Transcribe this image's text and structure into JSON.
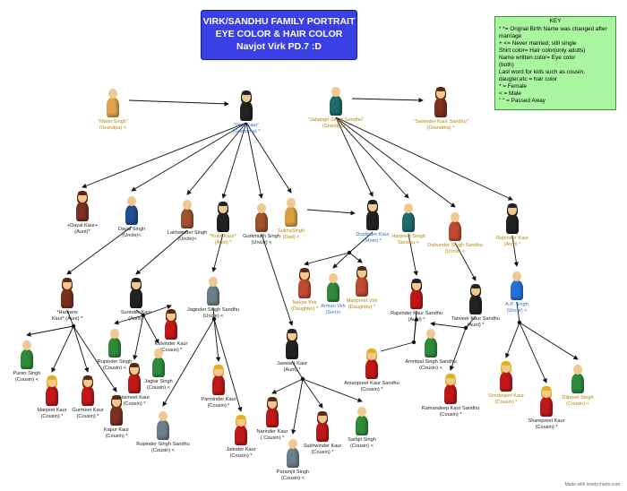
{
  "title": {
    "line1": "VIRK/SANDHU FAMILY PORTRAIT",
    "line2": "EYE COLOR & HAIR COLOR",
    "line3": "Navjot Virk PD.7 :D"
  },
  "key": {
    "title": "KEY",
    "lines": [
      "* *= Orignal Birth Name was changed after",
      "marriage",
      "+ <= Never married; still single",
      "Shirt color= Hair color(only adults)",
      "Name written color= Eye color",
      "(both)",
      "Last word for kids such as cousin,",
      "daugter,etc = hair color",
      "* = Female",
      "< = Male",
      "\" \" = Passed Away"
    ]
  },
  "footer": "Made with lovelycharts.com",
  "colors": {
    "title_bg": "#3b40e6",
    "key_bg": "#a9f5a0",
    "eye_brown": "#b8860b",
    "eye_blue": "#2a6fd6"
  },
  "people": [
    {
      "id": "mann",
      "name": "\"Mann Singh\"",
      "role": "(Grandpa) <",
      "eye": "orange",
      "shirt": "#e2a14a",
      "hair": "bald",
      "female": false
    },
    {
      "id": "veer",
      "name": "\"Veer Kaur\"",
      "role": "(Grandma) *",
      "eye": "blue",
      "shirt": "#222222",
      "hair": "#222222",
      "female": true
    },
    {
      "id": "jahangir",
      "name": "\"Jahangir Singh Sandhu\"",
      "role": "(Grandpa) <",
      "eye": "orange",
      "shirt": "#1f6b6b",
      "hair": "bald",
      "female": false
    },
    {
      "id": "sawinder",
      "name": "\"Sawinder Kaur Sandhu\"",
      "role": "(Grandma) *",
      "eye": "orange",
      "shirt": "#7a3020",
      "hair": "#5a2a10",
      "female": true
    },
    {
      "id": "dayal_kaur",
      "name": "+Dayal Kaur+",
      "role": "(Aunt)*",
      "eye": "black",
      "shirt": "#7a3020",
      "hair": "#5a2a10",
      "female": true
    },
    {
      "id": "dayal_singh",
      "name": "Dayal Singh",
      "role": "(Uncle)<",
      "eye": "black",
      "shirt": "#1f4f8f",
      "hair": "bald",
      "female": false
    },
    {
      "id": "lakhwinder",
      "name": "Lakhwinder Singh",
      "role": "(Uncle)<",
      "eye": "black",
      "shirt": "#a0522d",
      "hair": "bald",
      "female": false
    },
    {
      "id": "kuljit",
      "name": "*Kuljit Kaur*",
      "role": "(Aunt) *",
      "eye": "orange",
      "shirt": "#222222",
      "hair": "#222222",
      "female": true
    },
    {
      "id": "gurkmukh",
      "name": "Gurkmukh Singh",
      "role": "(Uncle) <",
      "eye": "black",
      "shirt": "#a0522d",
      "hair": "bald",
      "female": false
    },
    {
      "id": "sukha",
      "name": "SukhaSingh",
      "role": "(Dad) <",
      "eye": "orange",
      "shirt": "#d9a040",
      "hair": "bald",
      "female": false
    },
    {
      "id": "duplinder",
      "name": "Duplinder Kaur",
      "role": "(Mom) *",
      "eye": "blue",
      "shirt": "#222222",
      "hair": "#222222",
      "female": true
    },
    {
      "id": "harpreet",
      "name": "Harpreet Singh",
      "role": "Sandhu <",
      "eye": "orange",
      "shirt": "#1f6b6b",
      "hair": "bald",
      "female": false
    },
    {
      "id": "dalwinder",
      "name": "Dalwinder Singh Sandhu",
      "role": "(Uncle) <",
      "eye": "orange",
      "shirt": "#c04a30",
      "hair": "bald",
      "female": false
    },
    {
      "id": "rupinder_kaur",
      "name": "Rupinder Kaur",
      "role": "(Aunt) *",
      "eye": "orange",
      "shirt": "#222222",
      "hair": "#222222",
      "female": true
    },
    {
      "id": "harbans",
      "name": "*Harbans",
      "role": "Kaur* (Aunt) *",
      "eye": "black",
      "shirt": "#7a3020",
      "hair": "#5a2a10",
      "female": true
    },
    {
      "id": "surinder",
      "name": "Surinder Kaur",
      "role": "(Aunt)*",
      "eye": "black",
      "shirt": "#222222",
      "hair": "#222222",
      "female": true
    },
    {
      "id": "jaginder",
      "name": "Jaginder Singh Sandhu",
      "role": "(Uncle) <",
      "eye": "black",
      "shirt": "#6a7f8a",
      "hair": "bald",
      "female": false
    },
    {
      "id": "navjot",
      "name": "Navjot Virk",
      "role": "(Daughter) *",
      "eye": "orange",
      "shirt": "#c04a30",
      "hair": "#5a2a10",
      "female": true
    },
    {
      "id": "arman",
      "name": "Arman Virk",
      "role": "(Son)<",
      "eye": "blue",
      "shirt": "#2e8b3a",
      "hair": "bald",
      "female": false
    },
    {
      "id": "manpreet",
      "name": "Manpreet Virk",
      "role": "(Daughter) *",
      "eye": "orange",
      "shirt": "#c04a30",
      "hair": "#5a2a10",
      "female": true
    },
    {
      "id": "rajvinder",
      "name": "Rajvinder Kaur Sandhu",
      "role": "(Aunt) *",
      "eye": "black",
      "shirt": "#c01818",
      "hair": "#222222",
      "female": true
    },
    {
      "id": "tanveer",
      "name": "Tanveer Kaur Sandhu",
      "role": "(Aunt) *",
      "eye": "black",
      "shirt": "#222222",
      "hair": "#222222",
      "female": true
    },
    {
      "id": "ap",
      "name": "A.P. Singh",
      "role": "(Uncle) <",
      "eye": "blue",
      "shirt": "#2a6fd6",
      "hair": "bald",
      "female": false
    },
    {
      "id": "puran",
      "name": "Puran Singh",
      "role": "(Cousin) <",
      "eye": "black",
      "shirt": "#2e8b3a",
      "hair": "bald",
      "female": false
    },
    {
      "id": "manjeet",
      "name": "Manjeet Kaur",
      "role": "(Cousin) *",
      "eye": "black",
      "shirt": "#c01818",
      "hair": "#e0b020",
      "female": true
    },
    {
      "id": "gurmeet",
      "name": "Gurmeet Kaur",
      "role": "(Cousin) *",
      "eye": "black",
      "shirt": "#c01818",
      "hair": "#5a2a10",
      "female": true
    },
    {
      "id": "kapur",
      "name": "Kapur Kaur",
      "role": "(Cousin) *",
      "eye": "black",
      "shirt": "#7a3020",
      "hair": "#5a2a10",
      "female": true
    },
    {
      "id": "rupinder_singh",
      "name": "Rupinder Singh",
      "role": "(Cousin) <",
      "eye": "black",
      "shirt": "#2e8b3a",
      "hair": "bald",
      "female": false
    },
    {
      "id": "kulvinder",
      "name": "Kulvinder Kaur",
      "role": "(Cousin) *",
      "eye": "black",
      "shirt": "#c01818",
      "hair": "#5a2a10",
      "female": true
    },
    {
      "id": "jagtar",
      "name": "Jagtar Singh",
      "role": "(Cousin) <",
      "eye": "black",
      "shirt": "#2e8b3a",
      "hair": "bald",
      "female": false
    },
    {
      "id": "navneet",
      "name": "Navneet  Kaur",
      "role": "(Cousin) *",
      "eye": "black",
      "shirt": "#c01818",
      "hair": "#5a2a10",
      "female": true
    },
    {
      "id": "rupinder_ss",
      "name": "Rupinder Singh Sandhu",
      "role": "(Cousin) <",
      "eye": "black",
      "shirt": "#6a7f8a",
      "hair": "bald",
      "female": false
    },
    {
      "id": "parminder",
      "name": "Parminder Kaur",
      "role": "(Cousin) *",
      "eye": "black",
      "shirt": "#c01818",
      "hair": "#e0b020",
      "female": true
    },
    {
      "id": "jatinder",
      "name": "Jatinder Kaur",
      "role": "(Cousin) *",
      "eye": "black",
      "shirt": "#c01818",
      "hair": "#e0b020",
      "female": true
    },
    {
      "id": "jaswant",
      "name": "Jaswant Kaur",
      "role": "(Aunt) *",
      "eye": "black",
      "shirt": "#222222",
      "hair": "#222222",
      "female": true
    },
    {
      "id": "narinder",
      "name": "Narinder Kaur",
      "role": "( Cousin) *",
      "eye": "black",
      "shirt": "#c01818",
      "hair": "#5a2a10",
      "female": true
    },
    {
      "id": "sukhwinder",
      "name": "Sukhwinder Kaur",
      "role": "(Cousin) *",
      "eye": "black",
      "shirt": "#c01818",
      "hair": "#5a2a10",
      "female": true
    },
    {
      "id": "sarbjit",
      "name": "Sarbjit Singh",
      "role": "(Cousin) <",
      "eye": "black",
      "shirt": "#2e8b3a",
      "hair": "bald",
      "female": false
    },
    {
      "id": "paramjit",
      "name": "Paramjit Singh",
      "role": "(Cousin) <",
      "eye": "black",
      "shirt": "#6a7f8a",
      "hair": "bald",
      "female": false
    },
    {
      "id": "amanpreet",
      "name": "Amanpreet Kaur Sandhu",
      "role": "(Cousin) *",
      "eye": "black",
      "shirt": "#c01818",
      "hair": "#e0b020",
      "female": true
    },
    {
      "id": "amritpal",
      "name": "Amritpal Singh Sandhu",
      "role": "(Cousin) <",
      "eye": "black",
      "shirt": "#2e8b3a",
      "hair": "bald",
      "female": false
    },
    {
      "id": "ramandeep",
      "name": "Ramandeep Kaur Sandhu",
      "role": "(Cousin) *",
      "eye": "black",
      "shirt": "#c01818",
      "hair": "#e0b020",
      "female": true
    },
    {
      "id": "simranjeet",
      "name": "Simranjeet Kaur",
      "role": "(Cousin) *",
      "eye": "orange",
      "shirt": "#c01818",
      "hair": "#e0b020",
      "female": true
    },
    {
      "id": "sharepreet",
      "name": "Sharepreet Kaur",
      "role": "(Cousin) *",
      "eye": "black",
      "shirt": "#c01818",
      "hair": "#e0b020",
      "female": true
    },
    {
      "id": "dilpreet",
      "name": "Dilpreet Singh",
      "role": "(Cousin) <",
      "eye": "orange",
      "shirt": "#2e8b3a",
      "hair": "bald",
      "female": false
    }
  ]
}
